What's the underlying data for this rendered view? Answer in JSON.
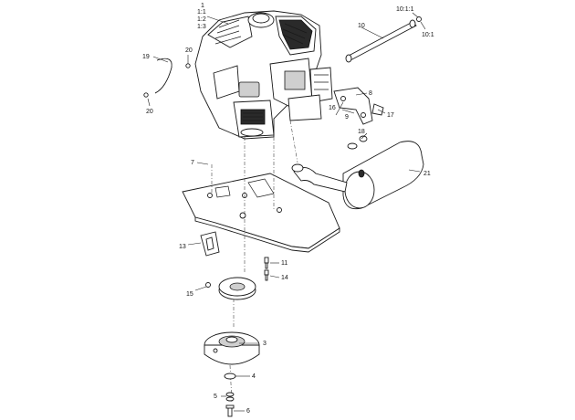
{
  "callouts": [
    {
      "id": "c1",
      "text": "1"
    },
    {
      "id": "c1_1",
      "text": "1:1"
    },
    {
      "id": "c1_2",
      "text": "1:2"
    },
    {
      "id": "c1_3",
      "text": "1:3"
    },
    {
      "id": "c3",
      "text": "3"
    },
    {
      "id": "c4",
      "text": "4"
    },
    {
      "id": "c5",
      "text": "5"
    },
    {
      "id": "c6",
      "text": "6"
    },
    {
      "id": "c7",
      "text": "7"
    },
    {
      "id": "c8",
      "text": "8"
    },
    {
      "id": "c9",
      "text": "9"
    },
    {
      "id": "c10",
      "text": "10"
    },
    {
      "id": "c10_1",
      "text": "10:1"
    },
    {
      "id": "c10_1_1",
      "text": "10:1:1"
    },
    {
      "id": "c11",
      "text": "11"
    },
    {
      "id": "c13",
      "text": "13"
    },
    {
      "id": "c14",
      "text": "14"
    },
    {
      "id": "c15",
      "text": "15"
    },
    {
      "id": "c16",
      "text": "16"
    },
    {
      "id": "c17",
      "text": "17"
    },
    {
      "id": "c18",
      "text": "18"
    },
    {
      "id": "c19",
      "text": "19"
    },
    {
      "id": "c20a",
      "text": "20"
    },
    {
      "id": "c20b",
      "text": "20"
    },
    {
      "id": "c21",
      "text": "21"
    }
  ]
}
